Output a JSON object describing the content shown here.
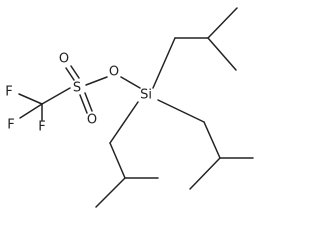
{
  "molecule": {
    "atom_labels": {
      "fluorine_top": "F",
      "fluorine_left": "F",
      "fluorine_bottom": "F",
      "sulfur": "S",
      "oxygen_upper": "O",
      "oxygen_lower": "O",
      "oxygen_bridge": "O",
      "silicon": "Si"
    }
  }
}
